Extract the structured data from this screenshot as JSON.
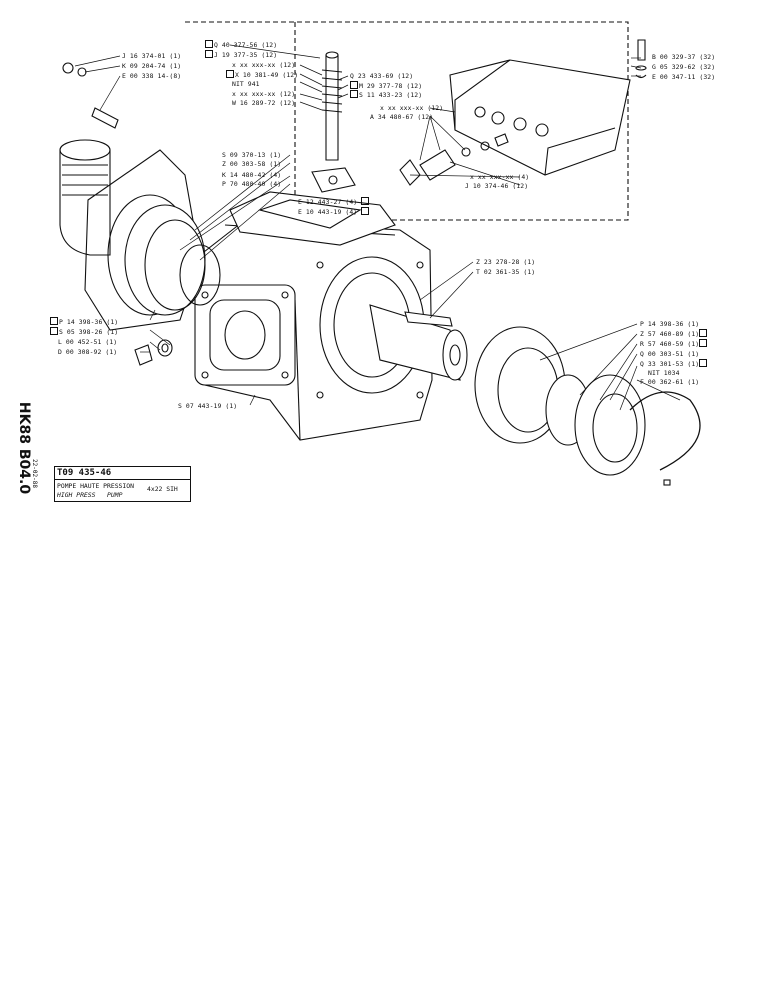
{
  "sheet": {
    "code": "HK88 B04.0",
    "date": "22-02-88",
    "part_number": "T09 435-46",
    "title_fr": "POMPE HAUTE PRESSION",
    "title_en_1": "HIGH PRESS",
    "title_en_2": "PUMP",
    "model": "4x22 SIH"
  },
  "parts": {
    "j16374": "J 16 374-01 (1)",
    "k09204": "K 09 204-74 (1)",
    "e00338": "E 00 338 14-(8)",
    "q40377": "Q 40 377-56 (12)",
    "j19377": "J 19 377-35 (12)",
    "xx1": "x xx xxx-xx (12)",
    "x10381": "X 10 381-49 (12)",
    "nit941": "NIT 941",
    "xx2": "x xx xxx-xx (12)",
    "w16289": "W 16 289-72 (12)",
    "q23433": "Q 23 433-69 (12)",
    "m29377": "M 29 377-78 (12)",
    "s11433": "S 11 433-23 (12)",
    "b00329": "B 00 329-37 (32)",
    "g05329": "G 05 329-62 (32)",
    "e00347": "E 00 347-11 (32)",
    "xx3": "x xx xxx-xx (12)",
    "a34480": "A 34 480-67 (12)",
    "s09370": "S 09 370-13 (1)",
    "z00303": "Z 00 303-58 (1)",
    "k14480": "K 14 480-42 (4)",
    "p70480": "P 70 480-40 (4)",
    "xx4": "x xx xxx-xx (4)",
    "j10374": "J 10 374-46 (12)",
    "e12443": "E 12 443-27 (4)",
    "e10443": "E 10 443-19 (4)",
    "z23278": "Z 23 278-28 (1)",
    "t02361": "T 02 361-35 (1)",
    "p14398a": "P 14 398-36 (1)",
    "s05398": "S 05 398-26 (1)",
    "l00452": "L 00 452-51 (1)",
    "d00308": "D 00 308-92 (1)",
    "s07443": "S 07 443-19 (1)",
    "p14398b": "P 14 398-36 (1)",
    "z57460": "Z 57 460-89 (1)",
    "r57460": "R 57 460-59 (1)",
    "q00303": "Q 00 303-51 (1)",
    "q33301": "Q 33 301-53 (1)",
    "nit1034": "NIT 1034",
    "f00362": "F 00 362-61 (1)"
  }
}
